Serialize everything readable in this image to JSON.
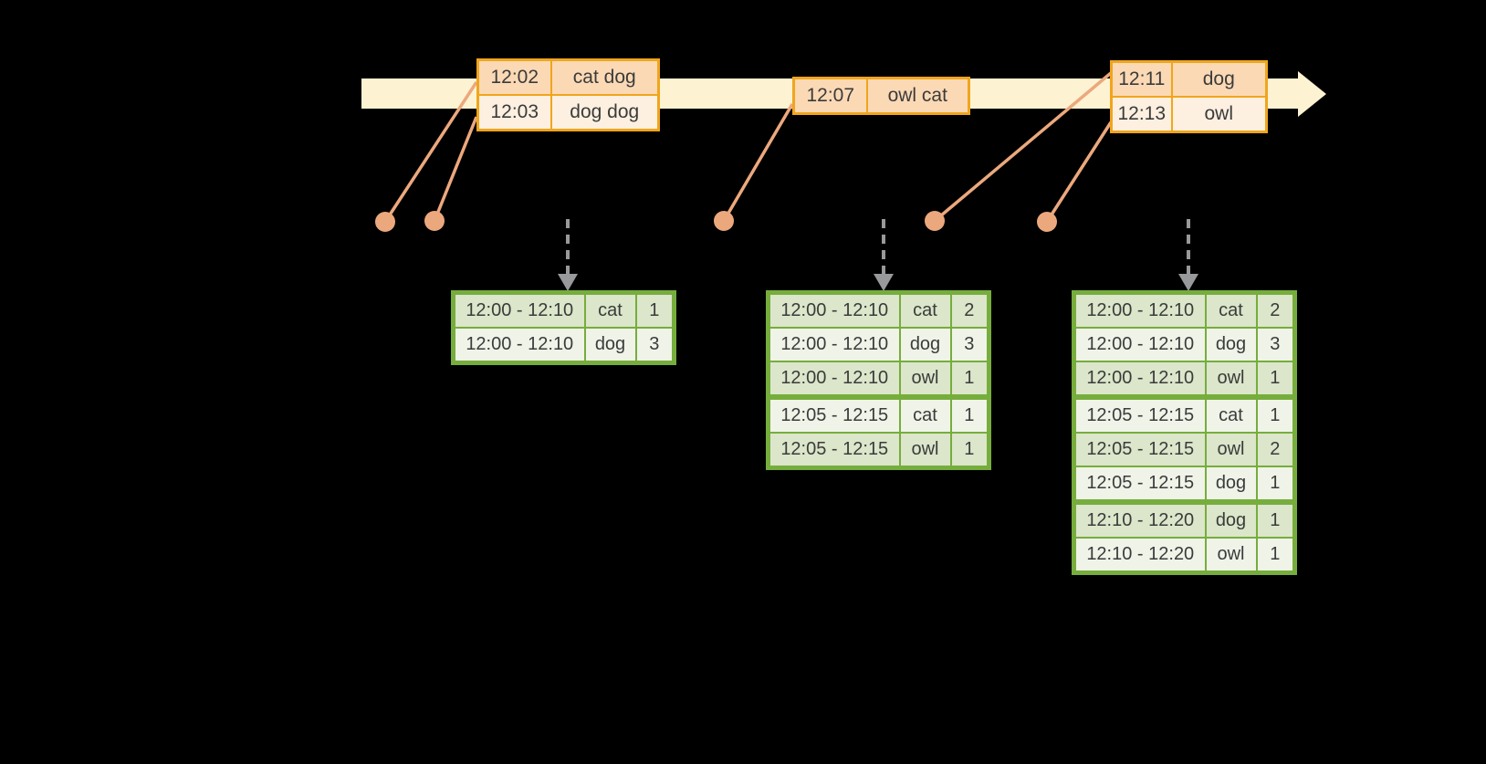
{
  "diagram": {
    "description_visible_elements": "event-time windowed word counts",
    "colors": {
      "background": "#000000",
      "timeline_fill": "#fdf3d2",
      "event_table_border": "#f1a51c",
      "event_row_dark": "#fbd9b5",
      "event_row_light": "#fdf0e0",
      "connector_salmon": "#eca87d",
      "result_table_border": "#76ad3c",
      "result_row_dark": "#dbe6ca",
      "result_row_light": "#eff3e8",
      "trigger_arrow_gray": "#97999b",
      "text": "#3b3b3b"
    }
  },
  "tables": {
    "event1": {
      "kind": "event",
      "rows": [
        [
          "12:02",
          "cat dog"
        ],
        [
          "12:03",
          "dog dog"
        ]
      ]
    },
    "event2": {
      "kind": "event",
      "rows": [
        [
          "12:07",
          "owl cat"
        ]
      ]
    },
    "event3": {
      "kind": "event",
      "rows": [
        [
          "12:11",
          "dog"
        ],
        [
          "12:13",
          "owl"
        ]
      ]
    },
    "result1": {
      "kind": "result",
      "group_breaks": [],
      "rows": [
        [
          "12:00 - 12:10",
          "cat",
          "1"
        ],
        [
          "12:00 - 12:10",
          "dog",
          "3"
        ]
      ]
    },
    "result2": {
      "kind": "result",
      "group_breaks": [
        3
      ],
      "rows": [
        [
          "12:00 - 12:10",
          "cat",
          "2"
        ],
        [
          "12:00 - 12:10",
          "dog",
          "3"
        ],
        [
          "12:00 - 12:10",
          "owl",
          "1"
        ],
        [
          "12:05 - 12:15",
          "cat",
          "1"
        ],
        [
          "12:05 - 12:15",
          "owl",
          "1"
        ]
      ]
    },
    "result3": {
      "kind": "result",
      "group_breaks": [
        3,
        6
      ],
      "rows": [
        [
          "12:00 - 12:10",
          "cat",
          "2"
        ],
        [
          "12:00 - 12:10",
          "dog",
          "3"
        ],
        [
          "12:00 - 12:10",
          "owl",
          "1"
        ],
        [
          "12:05 - 12:15",
          "cat",
          "1"
        ],
        [
          "12:05 - 12:15",
          "owl",
          "2"
        ],
        [
          "12:05 - 12:15",
          "dog",
          "1"
        ],
        [
          "12:10 - 12:20",
          "dog",
          "1"
        ],
        [
          "12:10 - 12:20",
          "owl",
          "1"
        ]
      ]
    }
  }
}
